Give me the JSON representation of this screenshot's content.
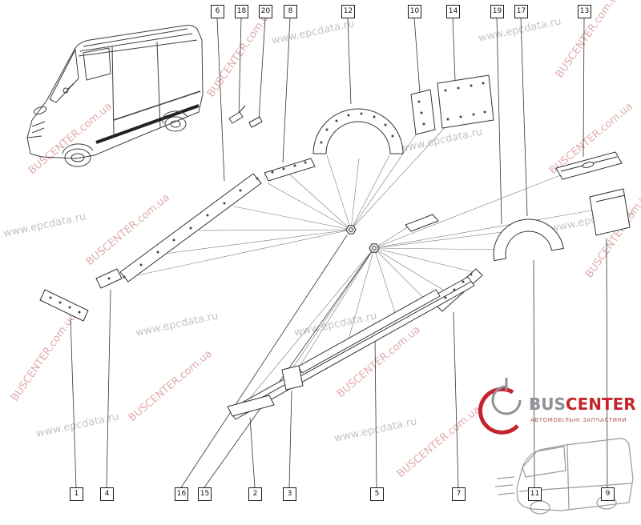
{
  "watermarks": {
    "buscenter": "BUSCENTER.com.ua",
    "epcdata": "www.epcdata.ru"
  },
  "callouts": {
    "top": [
      {
        "label": "6"
      },
      {
        "label": "18"
      },
      {
        "label": "20"
      },
      {
        "label": "8"
      },
      {
        "label": "12"
      },
      {
        "label": "10"
      },
      {
        "label": "14"
      },
      {
        "label": "19"
      },
      {
        "label": "17"
      },
      {
        "label": "13"
      }
    ],
    "bottom": [
      {
        "label": "1"
      },
      {
        "label": "4"
      },
      {
        "label": "16"
      },
      {
        "label": "15"
      },
      {
        "label": "2"
      },
      {
        "label": "3"
      },
      {
        "label": "5"
      },
      {
        "label": "7"
      },
      {
        "label": "11"
      },
      {
        "label": "9"
      }
    ]
  },
  "logo": {
    "name_gray": "BUS",
    "name_red": "CENTER",
    "tagline": "АВТОМОБІЛЬНІ ЗАПЧАСТИНИ"
  },
  "colors": {
    "accent_red": "#c4242b",
    "logo_gray": "#8f9296",
    "watermark_red": "#c25555",
    "watermark_gray": "#8a8a8a",
    "line": "#333333"
  }
}
